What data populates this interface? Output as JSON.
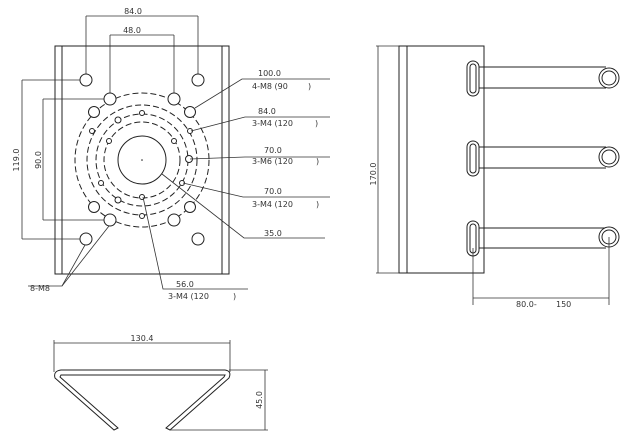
{
  "front_view": {
    "dim_top_outer": "84.0",
    "dim_top_inner": "48.0",
    "dim_left_outer": "119.0",
    "dim_left_inner": "90.0",
    "callouts": [
      {
        "value": "100.0",
        "spec": "4-M8 (90",
        "close": ")"
      },
      {
        "value": "84.0",
        "spec": "3-M4 (120",
        "close": ")"
      },
      {
        "value": "70.0",
        "spec": "3-M6 (120",
        "close": ")"
      },
      {
        "value": "70.0",
        "spec": "3-M4 (120",
        "close": ")"
      },
      {
        "value": "35.0"
      }
    ],
    "bottom_callout": {
      "value": "56.0",
      "spec": "3-M4 (120",
      "close": ")"
    },
    "corner_holes_label": "8-M8"
  },
  "side_view": {
    "dim_height": "170.0",
    "dim_reach_min": "80.0-",
    "dim_reach_max": "150"
  },
  "bottom_view": {
    "dim_width": "130.4",
    "dim_height": "45.0"
  }
}
